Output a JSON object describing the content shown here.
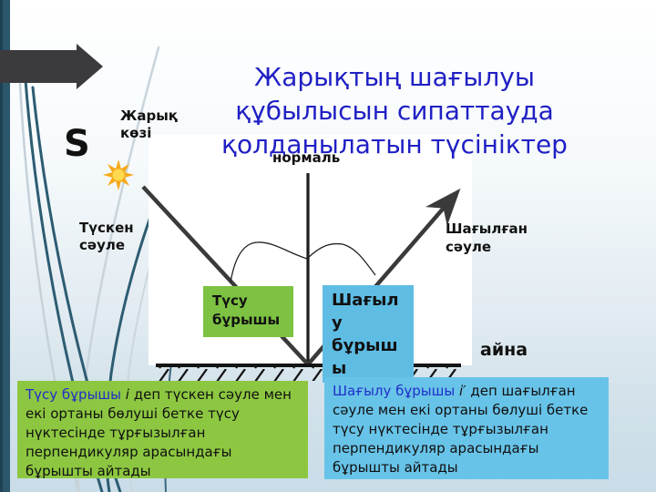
{
  "slide": {
    "title": "Жарықтың шағылуы\nқұбылысын сипаттауда\nқолданылатын түсініктер"
  },
  "diagram": {
    "source_point": "S",
    "light_source_label": "Жарық\nкөзі",
    "sun_icon": "sun-icon",
    "incident_ray_label": "Түскен\nсәуле",
    "normal_label": "нормаль",
    "reflected_ray_label": "Шағылған\nсәуле",
    "incidence_angle_label": "Түсу\nбұрышы",
    "reflection_angle_label": "Шағыл\nу\nбұрыш\nы",
    "mirror_label": "айна"
  },
  "definitions": {
    "incidence": {
      "term": "Түсу бұрышы",
      "symbol": "i",
      "body": "деп түскен сәуле мен  екі ортаны бөлуші бетке түсу нүктесінде тұрғызылған перпендикуляр арасындағы бұрышты айтады"
    },
    "reflection": {
      "term": "Шағылу бұрышы",
      "symbol": "i′",
      "body": "деп шағылған сәуле мен  екі ортаны бөлуші бетке түсу нүктесінде тұрғызылған перпендикуляр арасындағы бұрышты айтады"
    }
  },
  "colors": {
    "title_text": "#2020c4",
    "incidence_angle_box": "#7dc242",
    "reflection_angle_box": "#5fbde4",
    "incidence_definition_box": "#8dc741",
    "reflection_definition_box": "#68c3e8",
    "edge_bar_teal": "#2b566b",
    "arrow_dark": "#3b3b3d",
    "sun_outer": "#f6a91c",
    "sun_inner": "#ffd94e"
  }
}
